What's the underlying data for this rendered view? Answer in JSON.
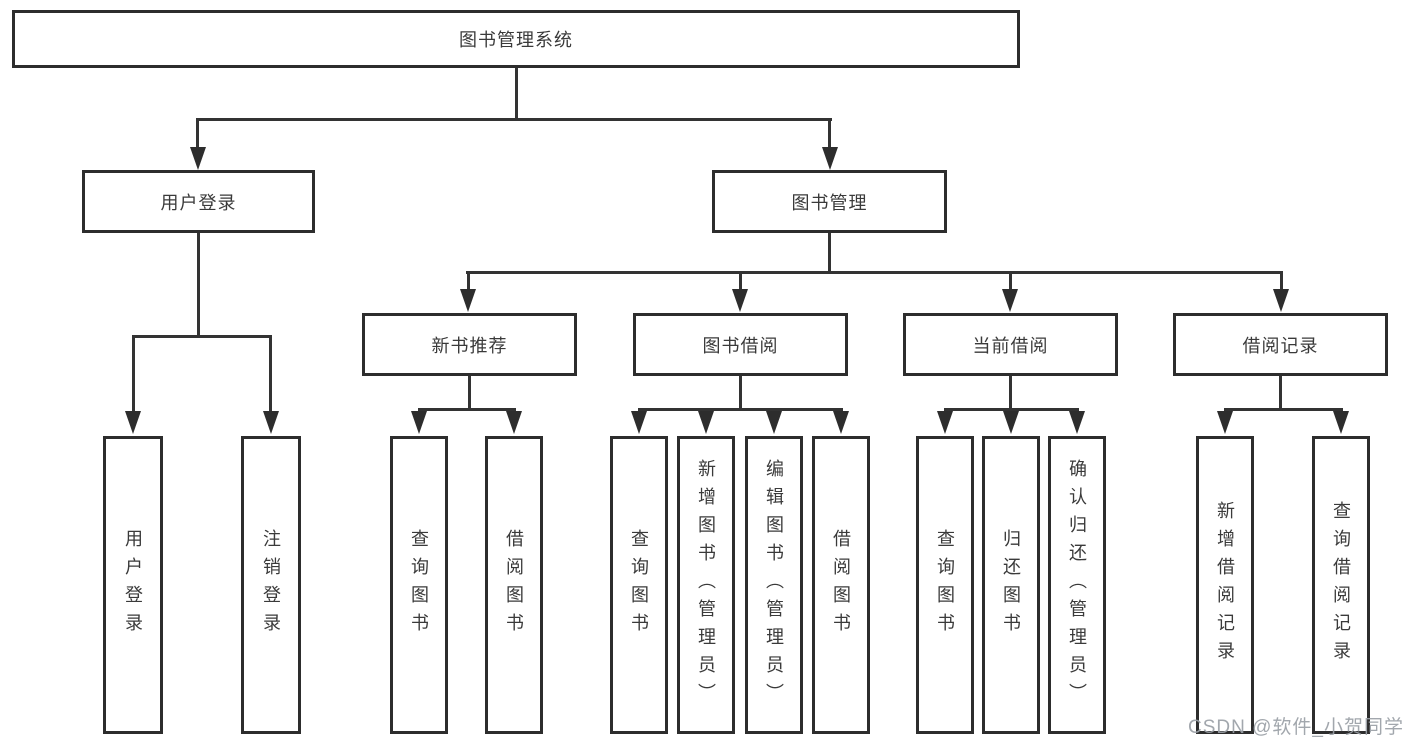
{
  "tree": {
    "root": "图书管理系统",
    "branches": [
      {
        "label": "用户登录",
        "children": [
          "用户登录",
          "注销登录"
        ]
      },
      {
        "label": "图书管理",
        "groups": [
          {
            "label": "新书推荐",
            "children": [
              "查询图书",
              "借阅图书"
            ]
          },
          {
            "label": "图书借阅",
            "children": [
              "查询图书",
              "新增图书（管理员）",
              "编辑图书（管理员）",
              "借阅图书"
            ]
          },
          {
            "label": "当前借阅",
            "children": [
              "查询图书",
              "归还图书",
              "确认归还（管理员）"
            ]
          },
          {
            "label": "借阅记录",
            "children": [
              "新增借阅记录",
              "查询借阅记录"
            ]
          }
        ]
      }
    ]
  },
  "watermark": "CSDN @软件_小贺同学",
  "colors": {
    "line": "#333333",
    "box_border": "#2d2d2d",
    "text": "#3a3a3a",
    "watermark": "#9aa0a6",
    "background": "#ffffff"
  }
}
